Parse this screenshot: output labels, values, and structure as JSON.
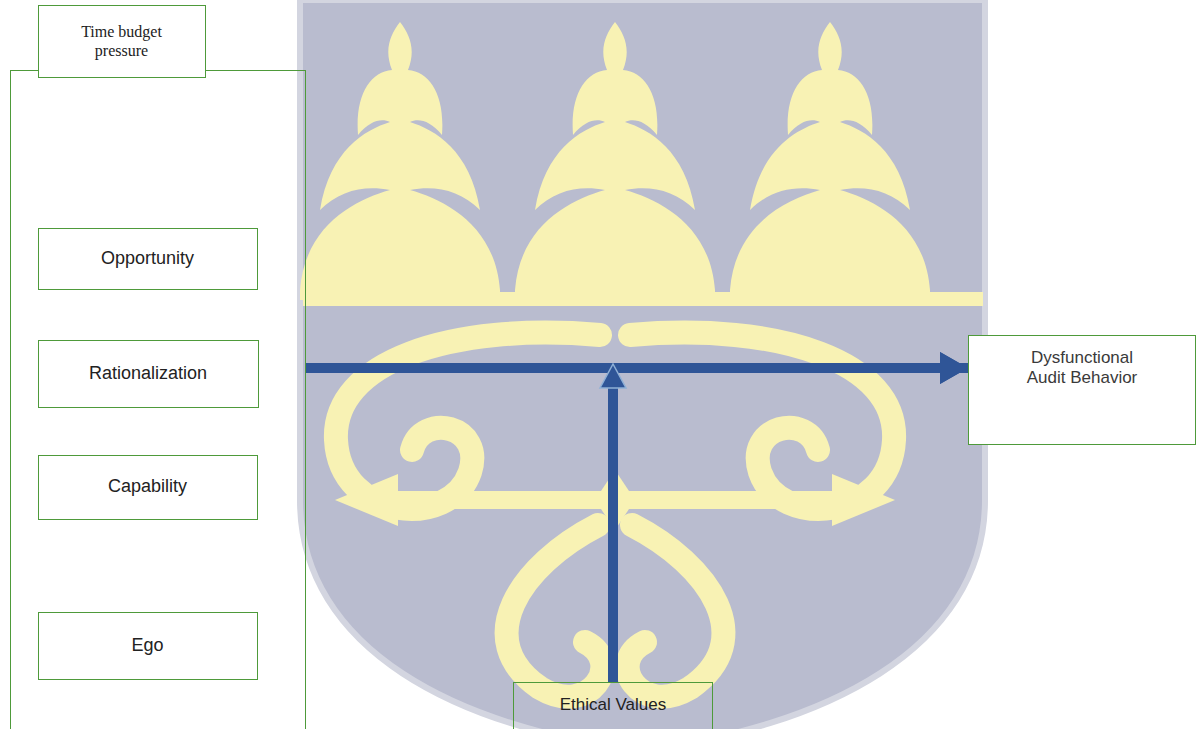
{
  "diagram": {
    "nodes": [
      {
        "text": []
      },
      {
        "text": [
          "Time budget pressure"
        ],
        "in": 0
      },
      {
        "text": [
          "Opportunity"
        ],
        "in": 0
      },
      {
        "text": [
          "Rationalization"
        ],
        "in": 0
      },
      {
        "text": [
          "Capability"
        ],
        "in": 0
      },
      {
        "text": [
          "Ego"
        ],
        "in": 0
      },
      {
        "text": [
          "Dysfunctional Audit Behavior"
        ]
      },
      {
        "text": [
          "Ethical Values"
        ]
      }
    ],
    "edges": [
      {
        "from": 0,
        "to": 6,
        "arrow": "to"
      },
      {
        "from": 7,
        "to": 6,
        "arrow": "to"
      }
    ]
  }
}
